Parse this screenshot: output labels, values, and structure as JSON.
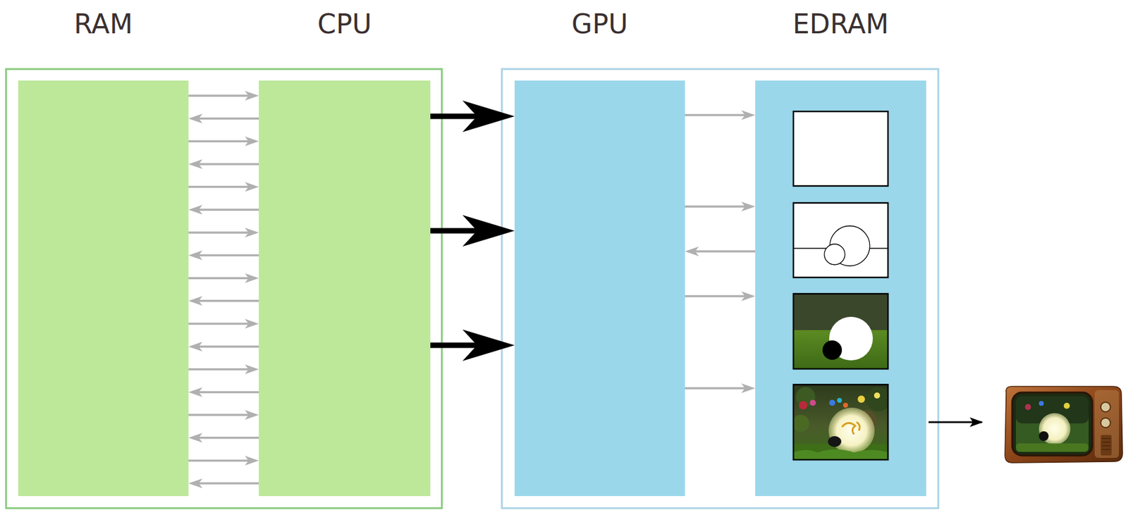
{
  "diagram": {
    "nodes": [
      {
        "text": [
          "RAM"
        ]
      },
      {
        "text": [
          "CPU"
        ]
      },
      {
        "text": [
          "GPU"
        ]
      },
      {
        "text": [
          "EDRAM"
        ]
      }
    ],
    "edges": [
      {
        "from": 0,
        "to": 1,
        "arrow": "to"
      },
      {
        "from": 1,
        "to": 0,
        "arrow": "to"
      },
      {
        "from": 0,
        "to": 1,
        "arrow": "to"
      },
      {
        "from": 1,
        "to": 0,
        "arrow": "to"
      },
      {
        "from": 0,
        "to": 1,
        "arrow": "to"
      },
      {
        "from": 1,
        "to": 0,
        "arrow": "to"
      },
      {
        "from": 0,
        "to": 1,
        "arrow": "to"
      },
      {
        "from": 1,
        "to": 0,
        "arrow": "to"
      },
      {
        "from": 0,
        "to": 1,
        "arrow": "to"
      },
      {
        "from": 1,
        "to": 0,
        "arrow": "to"
      },
      {
        "from": 0,
        "to": 1,
        "arrow": "to"
      },
      {
        "from": 1,
        "to": 0,
        "arrow": "to"
      },
      {
        "from": 0,
        "to": 1,
        "arrow": "to"
      },
      {
        "from": 1,
        "to": 0,
        "arrow": "to"
      },
      {
        "from": 0,
        "to": 1,
        "arrow": "to"
      },
      {
        "from": 1,
        "to": 0,
        "arrow": "to"
      },
      {
        "from": 0,
        "to": 1,
        "arrow": "to"
      },
      {
        "from": 1,
        "to": 0,
        "arrow": "to"
      },
      {
        "from": 1,
        "to": 2,
        "arrow": "to"
      },
      {
        "from": 1,
        "to": 2,
        "arrow": "to"
      },
      {
        "from": 1,
        "to": 2,
        "arrow": "to"
      },
      {
        "from": 2,
        "to": 3,
        "arrow": "to"
      },
      {
        "from": 2,
        "to": 3,
        "arrow": "to"
      },
      {
        "from": 3,
        "to": 2,
        "arrow": "to"
      },
      {
        "from": 2,
        "to": 3,
        "arrow": "to"
      },
      {
        "from": 2,
        "to": 3,
        "arrow": "to"
      }
    ]
  }
}
